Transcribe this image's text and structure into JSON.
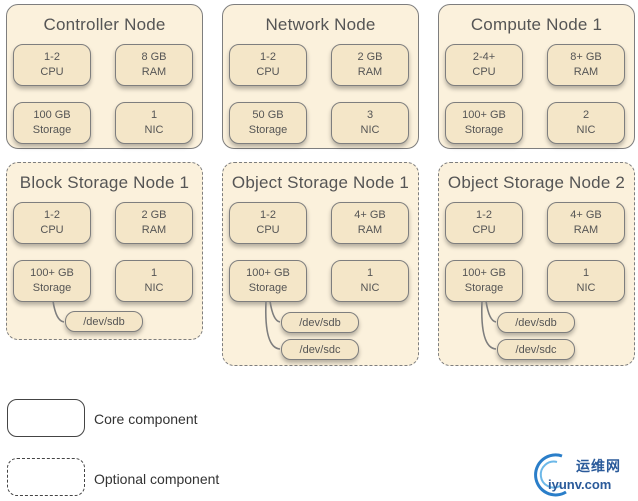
{
  "nodes": {
    "controller": {
      "title": "Controller Node",
      "cpu_l1": "1-2",
      "cpu_l2": "CPU",
      "ram_l1": "8 GB",
      "ram_l2": "RAM",
      "storage_l1": "100 GB",
      "storage_l2": "Storage",
      "nic_l1": "1",
      "nic_l2": "NIC"
    },
    "network": {
      "title": "Network Node",
      "cpu_l1": "1-2",
      "cpu_l2": "CPU",
      "ram_l1": "2 GB",
      "ram_l2": "RAM",
      "storage_l1": "50 GB",
      "storage_l2": "Storage",
      "nic_l1": "3",
      "nic_l2": "NIC"
    },
    "compute": {
      "title": "Compute Node 1",
      "cpu_l1": "2-4+",
      "cpu_l2": "CPU",
      "ram_l1": "8+ GB",
      "ram_l2": "RAM",
      "storage_l1": "100+ GB",
      "storage_l2": "Storage",
      "nic_l1": "2",
      "nic_l2": "NIC"
    },
    "block": {
      "title": "Block Storage Node 1",
      "cpu_l1": "1-2",
      "cpu_l2": "CPU",
      "ram_l1": "2 GB",
      "ram_l2": "RAM",
      "storage_l1": "100+ GB",
      "storage_l2": "Storage",
      "nic_l1": "1",
      "nic_l2": "NIC",
      "dev1": "/dev/sdb"
    },
    "object1": {
      "title": "Object Storage Node 1",
      "cpu_l1": "1-2",
      "cpu_l2": "CPU",
      "ram_l1": "4+ GB",
      "ram_l2": "RAM",
      "storage_l1": "100+ GB",
      "storage_l2": "Storage",
      "nic_l1": "1",
      "nic_l2": "NIC",
      "dev1": "/dev/sdb",
      "dev2": "/dev/sdc"
    },
    "object2": {
      "title": "Object Storage Node 2",
      "cpu_l1": "1-2",
      "cpu_l2": "CPU",
      "ram_l1": "4+ GB",
      "ram_l2": "RAM",
      "storage_l1": "100+ GB",
      "storage_l2": "Storage",
      "nic_l1": "1",
      "nic_l2": "NIC",
      "dev1": "/dev/sdb",
      "dev2": "/dev/sdc"
    }
  },
  "legend": {
    "core": "Core component",
    "optional": "Optional component"
  },
  "watermark": {
    "cn": "运维网",
    "en": "iyunv.com"
  },
  "colors": {
    "node_fill": "#fbf1dc",
    "resource_fill": "#f4e6c8",
    "border": "#7e7e7e",
    "text": "#555555",
    "watermark": "#2a5a9a"
  }
}
